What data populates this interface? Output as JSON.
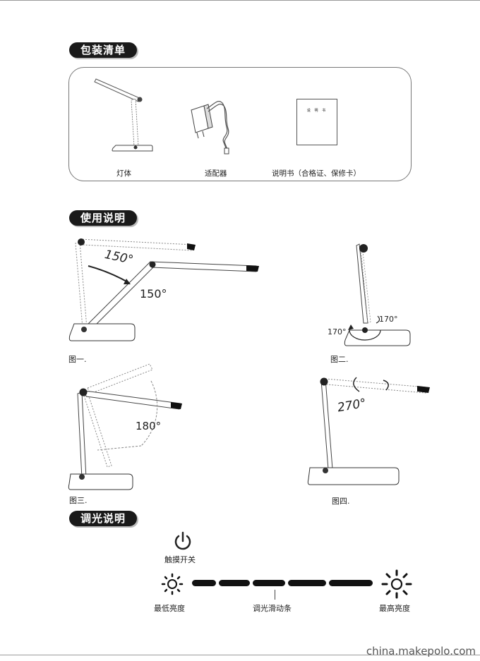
{
  "sections": {
    "packing": {
      "title": "包装清单",
      "items": [
        "灯体",
        "适配器",
        "说明书（合格证、保修卡）"
      ],
      "manual_cover": "说 明 书"
    },
    "usage": {
      "title": "使用说明"
    },
    "dimming": {
      "title": "调光说明",
      "touch_switch": "触摸开关",
      "lowest": "最低亮度",
      "slider": "调光滑动条",
      "highest": "最高亮度"
    }
  },
  "figures": {
    "fig1": {
      "caption": "图一.",
      "angle_a": "150°",
      "angle_b": "150°"
    },
    "fig2": {
      "caption": "图二.",
      "angle_a": "170°",
      "angle_b": "170°"
    },
    "fig3": {
      "caption": "图三.",
      "angle": "180°"
    },
    "fig4": {
      "caption": "图四.",
      "angle": "270°"
    }
  },
  "watermark": "china.makepolo.com",
  "colors": {
    "pill_bg": "#1a1a1a",
    "text": "#222222"
  }
}
